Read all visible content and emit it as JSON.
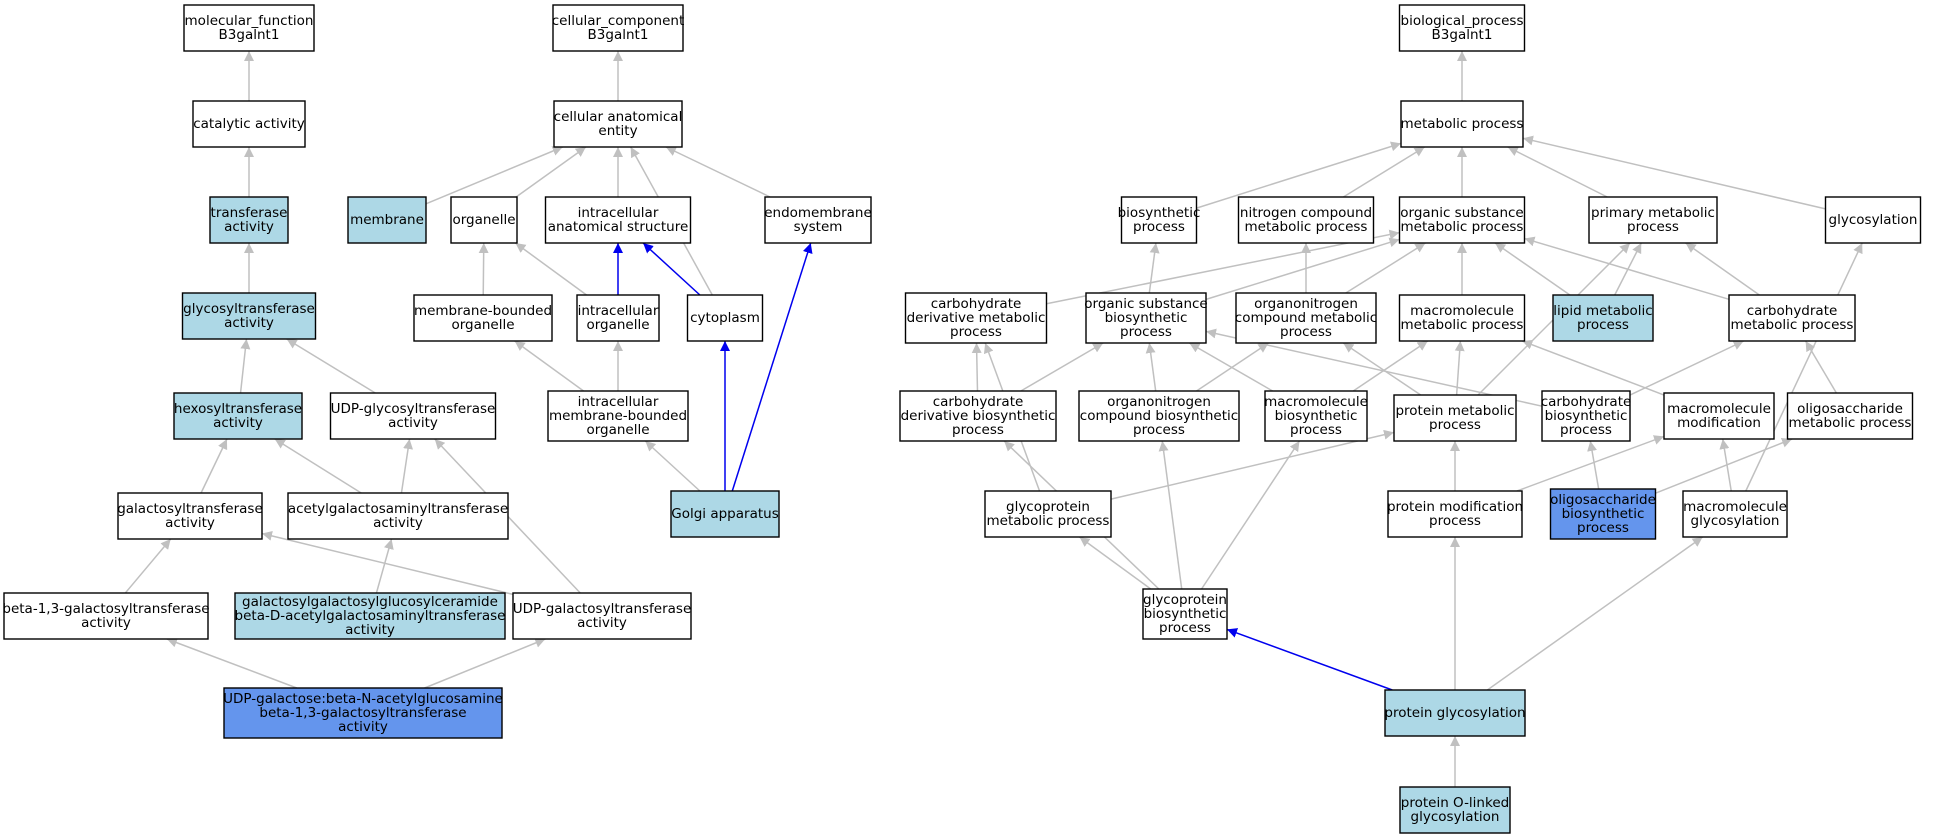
{
  "colors": {
    "plain": "#ffffff",
    "light": "#add8e6",
    "dark": "#6495ed",
    "edge_gray": "#c0c0c0",
    "edge_blue": "#0000ee"
  },
  "nodes": [
    {
      "id": "mf",
      "lines": [
        "molecular_function",
        "B3galnt1"
      ],
      "fill": "plain"
    },
    {
      "id": "cat",
      "lines": [
        "catalytic activity"
      ],
      "fill": "plain"
    },
    {
      "id": "trans",
      "lines": [
        "transferase",
        "activity"
      ],
      "fill": "light"
    },
    {
      "id": "glyco",
      "lines": [
        "glycosyltransferase",
        "activity"
      ],
      "fill": "light"
    },
    {
      "id": "hexo",
      "lines": [
        "hexosyltransferase",
        "activity"
      ],
      "fill": "light"
    },
    {
      "id": "udpg",
      "lines": [
        "UDP-glycosyltransferase",
        "activity"
      ],
      "fill": "plain"
    },
    {
      "id": "galt",
      "lines": [
        "galactosyltransferase",
        "activity"
      ],
      "fill": "plain"
    },
    {
      "id": "acet",
      "lines": [
        "acetylgalactosaminyltransferase",
        "activity"
      ],
      "fill": "plain"
    },
    {
      "id": "b13",
      "lines": [
        "beta-1,3-galactosyltransferase",
        "activity"
      ],
      "fill": "plain"
    },
    {
      "id": "galgal",
      "lines": [
        "galactosylgalactosylglucosylceramide",
        "beta-D-acetylgalactosaminyltransferase",
        "activity"
      ],
      "fill": "light"
    },
    {
      "id": "udpgal",
      "lines": [
        "UDP-galactosyltransferase",
        "activity"
      ],
      "fill": "plain"
    },
    {
      "id": "udpgalb",
      "lines": [
        "UDP-galactose:beta-N-acetylglucosamine",
        "beta-1,3-galactosyltransferase",
        "activity"
      ],
      "fill": "dark"
    },
    {
      "id": "cc",
      "lines": [
        "cellular_component",
        "B3galnt1"
      ],
      "fill": "plain"
    },
    {
      "id": "cae",
      "lines": [
        "cellular anatomical",
        "entity"
      ],
      "fill": "plain"
    },
    {
      "id": "mem",
      "lines": [
        "membrane"
      ],
      "fill": "light"
    },
    {
      "id": "org",
      "lines": [
        "organelle"
      ],
      "fill": "plain"
    },
    {
      "id": "ias",
      "lines": [
        "intracellular",
        "anatomical structure"
      ],
      "fill": "plain"
    },
    {
      "id": "endo",
      "lines": [
        "endomembrane",
        "system"
      ],
      "fill": "plain"
    },
    {
      "id": "mbo",
      "lines": [
        "membrane-bounded",
        "organelle"
      ],
      "fill": "plain"
    },
    {
      "id": "io",
      "lines": [
        "intracellular",
        "organelle"
      ],
      "fill": "plain"
    },
    {
      "id": "cyto",
      "lines": [
        "cytoplasm"
      ],
      "fill": "plain"
    },
    {
      "id": "imbo",
      "lines": [
        "intracellular",
        "membrane-bounded",
        "organelle"
      ],
      "fill": "plain"
    },
    {
      "id": "golgi",
      "lines": [
        "Golgi apparatus"
      ],
      "fill": "light"
    },
    {
      "id": "bp",
      "lines": [
        "biological_process",
        "B3galnt1"
      ],
      "fill": "plain"
    },
    {
      "id": "met",
      "lines": [
        "metabolic process"
      ],
      "fill": "plain"
    },
    {
      "id": "bio",
      "lines": [
        "biosynthetic",
        "process"
      ],
      "fill": "plain"
    },
    {
      "id": "ncm",
      "lines": [
        "nitrogen compound",
        "metabolic process"
      ],
      "fill": "plain"
    },
    {
      "id": "osm",
      "lines": [
        "organic substance",
        "metabolic process"
      ],
      "fill": "plain"
    },
    {
      "id": "pmp",
      "lines": [
        "primary metabolic",
        "process"
      ],
      "fill": "plain"
    },
    {
      "id": "glyc",
      "lines": [
        "glycosylation"
      ],
      "fill": "plain"
    },
    {
      "id": "cdm",
      "lines": [
        "carbohydrate",
        "derivative metabolic",
        "process"
      ],
      "fill": "plain"
    },
    {
      "id": "osb",
      "lines": [
        "organic substance",
        "biosynthetic",
        "process"
      ],
      "fill": "plain"
    },
    {
      "id": "onm",
      "lines": [
        "organonitrogen",
        "compound metabolic",
        "process"
      ],
      "fill": "plain"
    },
    {
      "id": "mmm",
      "lines": [
        "macromolecule",
        "metabolic process"
      ],
      "fill": "plain"
    },
    {
      "id": "lmp",
      "lines": [
        "lipid metabolic",
        "process"
      ],
      "fill": "light"
    },
    {
      "id": "cmp",
      "lines": [
        "carbohydrate",
        "metabolic process"
      ],
      "fill": "plain"
    },
    {
      "id": "cdb",
      "lines": [
        "carbohydrate",
        "derivative biosynthetic",
        "process"
      ],
      "fill": "plain"
    },
    {
      "id": "onb",
      "lines": [
        "organonitrogen",
        "compound biosynthetic",
        "process"
      ],
      "fill": "plain"
    },
    {
      "id": "mmb",
      "lines": [
        "macromolecule",
        "biosynthetic",
        "process"
      ],
      "fill": "plain"
    },
    {
      "id": "prm",
      "lines": [
        "protein metabolic",
        "process"
      ],
      "fill": "plain"
    },
    {
      "id": "cbp",
      "lines": [
        "carbohydrate",
        "biosynthetic",
        "process"
      ],
      "fill": "plain"
    },
    {
      "id": "mmmod",
      "lines": [
        "macromolecule",
        "modification"
      ],
      "fill": "plain"
    },
    {
      "id": "olm",
      "lines": [
        "oligosaccharide",
        "metabolic process"
      ],
      "fill": "plain"
    },
    {
      "id": "gpm",
      "lines": [
        "glycoprotein",
        "metabolic process"
      ],
      "fill": "plain"
    },
    {
      "id": "pmod",
      "lines": [
        "protein modification",
        "process"
      ],
      "fill": "plain"
    },
    {
      "id": "olb",
      "lines": [
        "oligosaccharide",
        "biosynthetic",
        "process"
      ],
      "fill": "dark"
    },
    {
      "id": "mmg",
      "lines": [
        "macromolecule",
        "glycosylation"
      ],
      "fill": "plain"
    },
    {
      "id": "gpb",
      "lines": [
        "glycoprotein",
        "biosynthetic",
        "process"
      ],
      "fill": "plain"
    },
    {
      "id": "pglyc",
      "lines": [
        "protein glycosylation"
      ],
      "fill": "light"
    },
    {
      "id": "pol",
      "lines": [
        "protein O-linked",
        "glycosylation"
      ],
      "fill": "light"
    }
  ],
  "edges": [
    {
      "from": "cat",
      "to": "mf",
      "color": "gray"
    },
    {
      "from": "trans",
      "to": "cat",
      "color": "gray"
    },
    {
      "from": "glyco",
      "to": "trans",
      "color": "gray"
    },
    {
      "from": "hexo",
      "to": "glyco",
      "color": "gray"
    },
    {
      "from": "udpg",
      "to": "glyco",
      "color": "gray"
    },
    {
      "from": "galt",
      "to": "hexo",
      "color": "gray"
    },
    {
      "from": "acet",
      "to": "hexo",
      "color": "gray"
    },
    {
      "from": "acet",
      "to": "udpg",
      "color": "gray"
    },
    {
      "from": "b13",
      "to": "galt",
      "color": "gray"
    },
    {
      "from": "galgal",
      "to": "acet",
      "color": "gray"
    },
    {
      "from": "udpgal",
      "to": "galt",
      "color": "gray"
    },
    {
      "from": "udpgal",
      "to": "udpg",
      "color": "gray"
    },
    {
      "from": "udpgalb",
      "to": "b13",
      "color": "gray"
    },
    {
      "from": "udpgalb",
      "to": "udpgal",
      "color": "gray"
    },
    {
      "from": "cae",
      "to": "cc",
      "color": "gray"
    },
    {
      "from": "mem",
      "to": "cae",
      "color": "gray"
    },
    {
      "from": "org",
      "to": "cae",
      "color": "gray"
    },
    {
      "from": "ias",
      "to": "cae",
      "color": "gray"
    },
    {
      "from": "cyto",
      "to": "cae",
      "color": "gray"
    },
    {
      "from": "endo",
      "to": "cae",
      "color": "gray"
    },
    {
      "from": "mbo",
      "to": "org",
      "color": "gray"
    },
    {
      "from": "io",
      "to": "org",
      "color": "gray"
    },
    {
      "from": "io",
      "to": "ias",
      "color": "blue"
    },
    {
      "from": "cyto",
      "to": "ias",
      "color": "blue"
    },
    {
      "from": "imbo",
      "to": "mbo",
      "color": "gray"
    },
    {
      "from": "imbo",
      "to": "io",
      "color": "gray"
    },
    {
      "from": "golgi",
      "to": "imbo",
      "color": "gray"
    },
    {
      "from": "golgi",
      "to": "cyto",
      "color": "blue"
    },
    {
      "from": "golgi",
      "to": "endo",
      "color": "blue"
    },
    {
      "from": "met",
      "to": "bp",
      "color": "gray"
    },
    {
      "from": "bio",
      "to": "met",
      "color": "gray"
    },
    {
      "from": "ncm",
      "to": "met",
      "color": "gray"
    },
    {
      "from": "osm",
      "to": "met",
      "color": "gray"
    },
    {
      "from": "pmp",
      "to": "met",
      "color": "gray"
    },
    {
      "from": "glyc",
      "to": "met",
      "color": "gray"
    },
    {
      "from": "cdm",
      "to": "osm",
      "color": "gray"
    },
    {
      "from": "osb",
      "to": "bio",
      "color": "gray"
    },
    {
      "from": "osb",
      "to": "osm",
      "color": "gray"
    },
    {
      "from": "onm",
      "to": "ncm",
      "color": "gray"
    },
    {
      "from": "onm",
      "to": "osm",
      "color": "gray"
    },
    {
      "from": "mmm",
      "to": "osm",
      "color": "gray"
    },
    {
      "from": "lmp",
      "to": "osm",
      "color": "gray"
    },
    {
      "from": "lmp",
      "to": "pmp",
      "color": "gray"
    },
    {
      "from": "cmp",
      "to": "osm",
      "color": "gray"
    },
    {
      "from": "cmp",
      "to": "pmp",
      "color": "gray"
    },
    {
      "from": "cdb",
      "to": "cdm",
      "color": "gray"
    },
    {
      "from": "cdb",
      "to": "osb",
      "color": "gray"
    },
    {
      "from": "onb",
      "to": "osb",
      "color": "gray"
    },
    {
      "from": "onb",
      "to": "onm",
      "color": "gray"
    },
    {
      "from": "mmb",
      "to": "osb",
      "color": "gray"
    },
    {
      "from": "mmb",
      "to": "mmm",
      "color": "gray"
    },
    {
      "from": "prm",
      "to": "onm",
      "color": "gray"
    },
    {
      "from": "prm",
      "to": "mmm",
      "color": "gray"
    },
    {
      "from": "prm",
      "to": "pmp",
      "color": "gray"
    },
    {
      "from": "cbp",
      "to": "osb",
      "color": "gray"
    },
    {
      "from": "cbp",
      "to": "cmp",
      "color": "gray"
    },
    {
      "from": "mmmod",
      "to": "mmm",
      "color": "gray"
    },
    {
      "from": "olm",
      "to": "cmp",
      "color": "gray"
    },
    {
      "from": "gpm",
      "to": "cdm",
      "color": "gray"
    },
    {
      "from": "gpm",
      "to": "prm",
      "color": "gray"
    },
    {
      "from": "pmod",
      "to": "prm",
      "color": "gray"
    },
    {
      "from": "pmod",
      "to": "mmmod",
      "color": "gray"
    },
    {
      "from": "olb",
      "to": "cbp",
      "color": "gray"
    },
    {
      "from": "olb",
      "to": "olm",
      "color": "gray"
    },
    {
      "from": "mmg",
      "to": "glyc",
      "color": "gray"
    },
    {
      "from": "mmg",
      "to": "mmmod",
      "color": "gray"
    },
    {
      "from": "gpb",
      "to": "cdb",
      "color": "gray"
    },
    {
      "from": "gpb",
      "to": "onb",
      "color": "gray"
    },
    {
      "from": "gpb",
      "to": "mmb",
      "color": "gray"
    },
    {
      "from": "gpb",
      "to": "gpm",
      "color": "gray"
    },
    {
      "from": "pglyc",
      "to": "gpb",
      "color": "blue"
    },
    {
      "from": "pglyc",
      "to": "pmod",
      "color": "gray"
    },
    {
      "from": "pglyc",
      "to": "mmg",
      "color": "gray"
    },
    {
      "from": "pol",
      "to": "pglyc",
      "color": "gray"
    }
  ]
}
